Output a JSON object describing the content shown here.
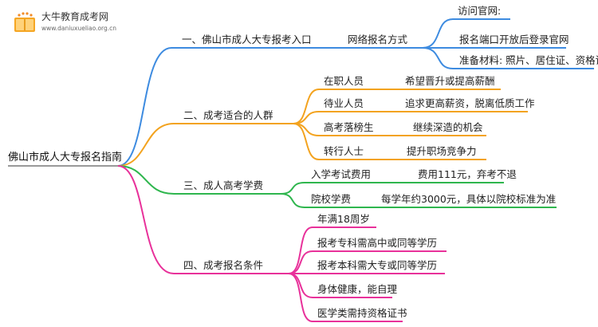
{
  "brand": {
    "name": "大牛教育成考网",
    "url": "www.daniuxueliao.org.cn"
  },
  "root": "佛山市成人大专报名指南",
  "branches": [
    {
      "label": "一、佛山市成人大专报考入口",
      "color": "#3d8be0",
      "sub_label": "网络报名方式",
      "leaves": [
        "访问官网:",
        "报名端口开放后登录官网",
        "准备材料: 照片、居住证、资格证"
      ]
    },
    {
      "label": "二、成考适合的人群",
      "color": "#f3a31f",
      "pairs": [
        {
          "name": "在职人员",
          "desc": "希望晋升或提高薪酬"
        },
        {
          "name": "待业人员",
          "desc": "追求更高薪资，脱离低质工作"
        },
        {
          "name": "高考落榜生",
          "desc": "继续深造的机会"
        },
        {
          "name": "转行人士",
          "desc": "提升职场竞争力"
        }
      ]
    },
    {
      "label": "三、成人高考学费",
      "color": "#2fb64e",
      "pairs": [
        {
          "name": "入学考试费用",
          "desc": "费用111元，弃考不退"
        },
        {
          "name": "院校学费",
          "desc": "每学年约3000元，具体以院校标准为准"
        }
      ]
    },
    {
      "label": "四、成考报名条件",
      "color": "#e8319a",
      "leaves": [
        "年满18周岁",
        "报考专科需高中或同等学历",
        "报考本科需大专或同等学历",
        "身体健康，能自理",
        "医学类需持资格证书"
      ]
    }
  ]
}
